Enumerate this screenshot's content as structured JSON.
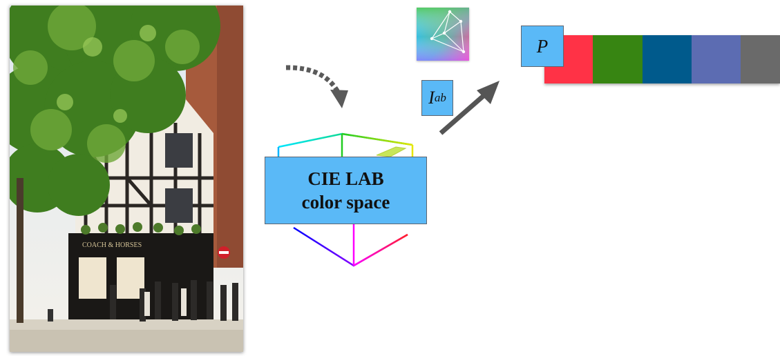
{
  "lab_label": {
    "line1": "CIE LAB",
    "line2": "color space"
  },
  "iab_label": {
    "base": "I",
    "subscript": "ab"
  },
  "palette_label": "P",
  "palette": {
    "colors": [
      "#ff3246",
      "#378512",
      "#005a8c",
      "#5c6cb2",
      "#6a6a6a"
    ]
  },
  "photo_sign": "COACH & HORSES",
  "colors": {
    "label_fill": "#5ab9f7",
    "arrow": "#555555"
  }
}
